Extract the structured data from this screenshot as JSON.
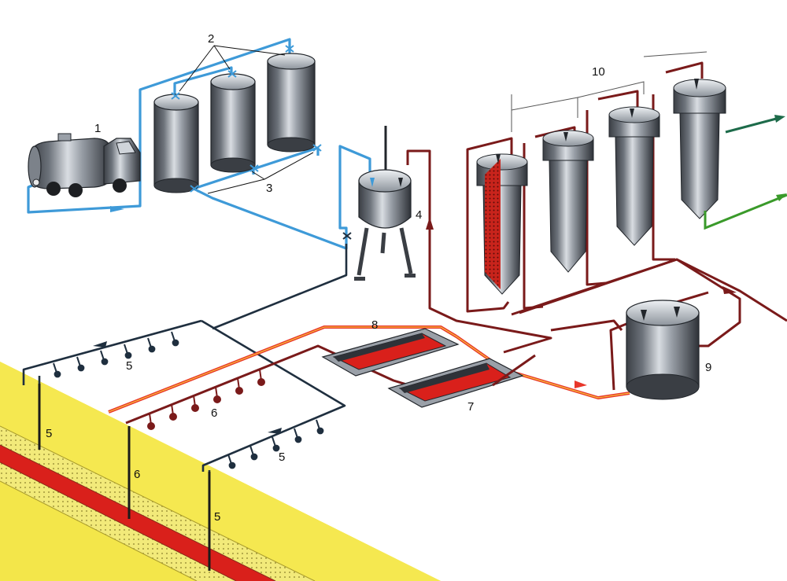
{
  "labels": {
    "truck": "1",
    "tanks": "2",
    "valves": "3",
    "mixer": "4",
    "injection_top": "5",
    "injection_bottom": "5",
    "well_left": "5",
    "well_right": "5",
    "production": "6",
    "production_well": "6",
    "pit_front": "7",
    "pit_back": "8",
    "separator": "9",
    "columns": "10"
  },
  "colors": {
    "background": "#ffffff",
    "ground": "#f3e64a",
    "oil_layer": "#d9201b",
    "solution_pipe": "#3e9ad8",
    "water_pipe": "#1f2f3f",
    "oil_pipe": "#7a1a1a",
    "hot_pipe": "#e8362a",
    "product_pipe": "#1d6b4a",
    "green_pipe": "#3a9a2a",
    "steel": "#8a9098"
  }
}
